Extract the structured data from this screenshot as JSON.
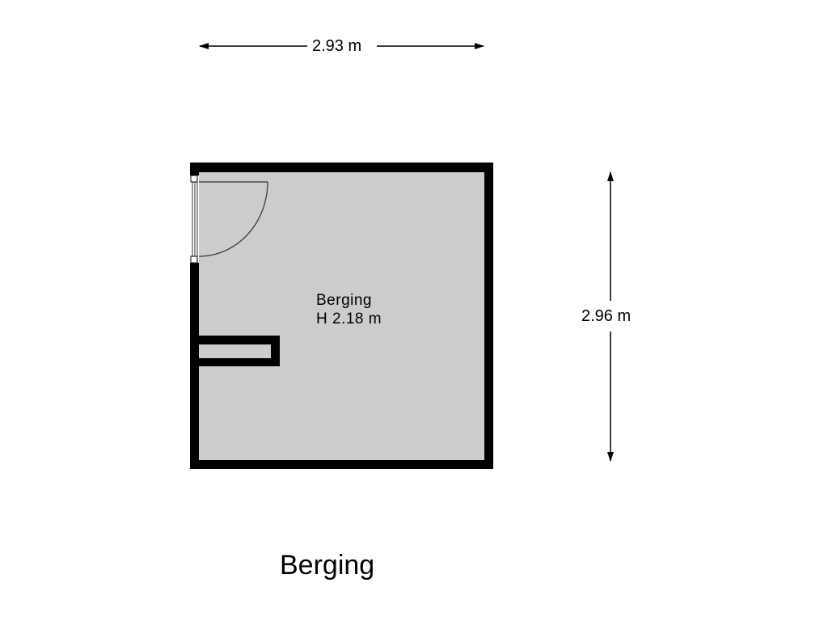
{
  "dimensions": {
    "width_label": "2.93 m",
    "height_label": "2.96 m"
  },
  "room": {
    "name": "Berging",
    "height_label": "H 2.18 m"
  },
  "plan_title": "Berging",
  "colors": {
    "wall": "#000000",
    "floor": "#cccccc",
    "background": "#ffffff"
  }
}
